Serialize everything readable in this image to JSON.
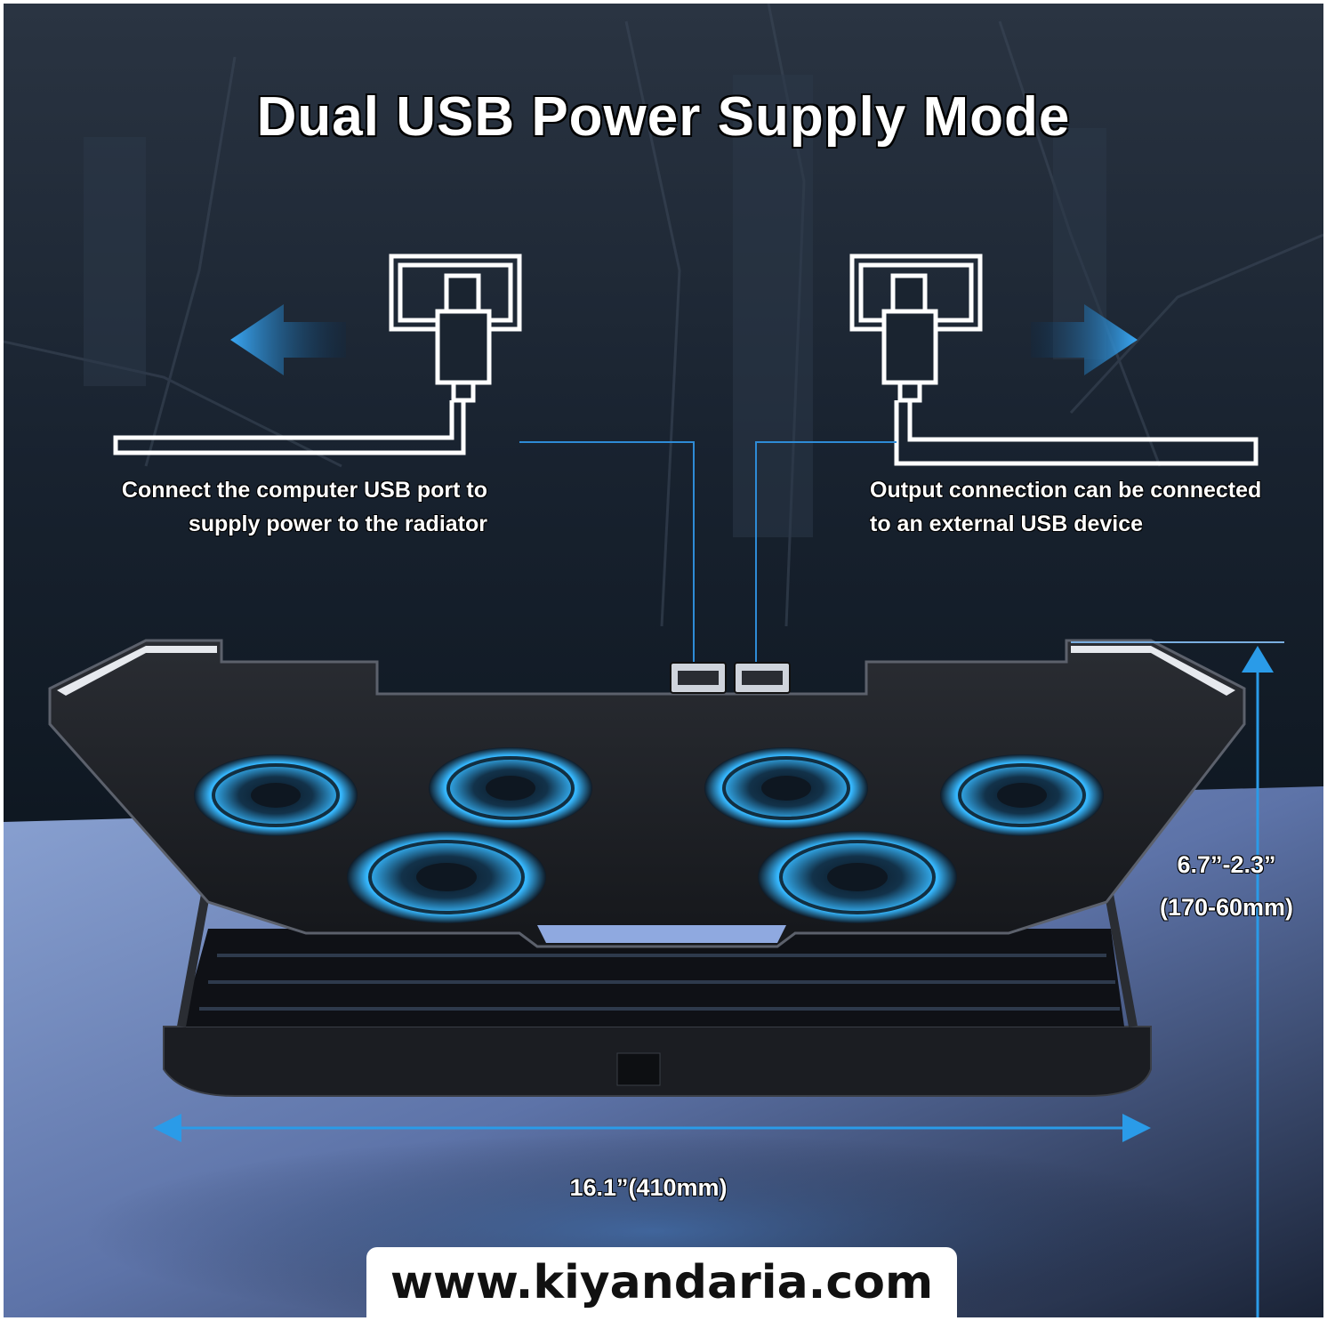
{
  "title": "Dual USB Power Supply Mode",
  "input_port": {
    "caption_line1": "Connect the computer USB port to",
    "caption_line2": "supply power to the radiator",
    "arrow_direction": "left"
  },
  "output_port": {
    "caption_line1": "Output connection can be connected",
    "caption_line2": "to an external USB device",
    "arrow_direction": "right"
  },
  "dimensions": {
    "height_imperial": "6.7”-2.3”",
    "height_metric": "(170-60mm)",
    "width": "16.1”(410mm)"
  },
  "product": {
    "fan_count": 6,
    "usb_ports": 2,
    "fan_glow_color": "#36b8ff"
  },
  "watermark": "www.kiyandaria.com",
  "colors": {
    "accent_blue": "#2a9be8",
    "background_dark": "#121c2a",
    "floor_blue": "#7c94c8"
  }
}
